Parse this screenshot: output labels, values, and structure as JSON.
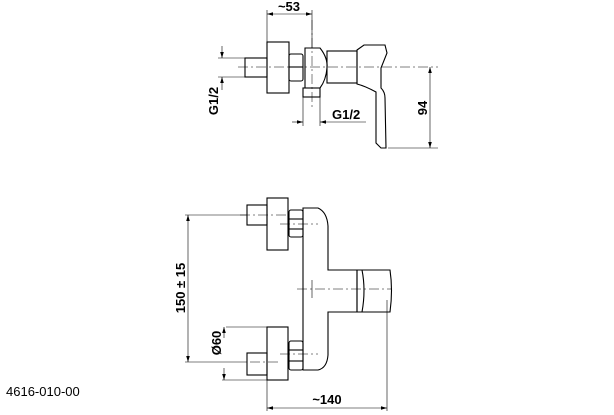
{
  "drawing": {
    "part_number": "4616-010-00",
    "side_view": {
      "depth_label": "~53",
      "inlet_thread_label": "G1/2",
      "outlet_thread_label": "G1/2",
      "height_label": "94"
    },
    "front_view": {
      "spacing_label": "150 ± 15",
      "rosette_diameter_label": "Ø60",
      "width_label": "~140"
    }
  }
}
